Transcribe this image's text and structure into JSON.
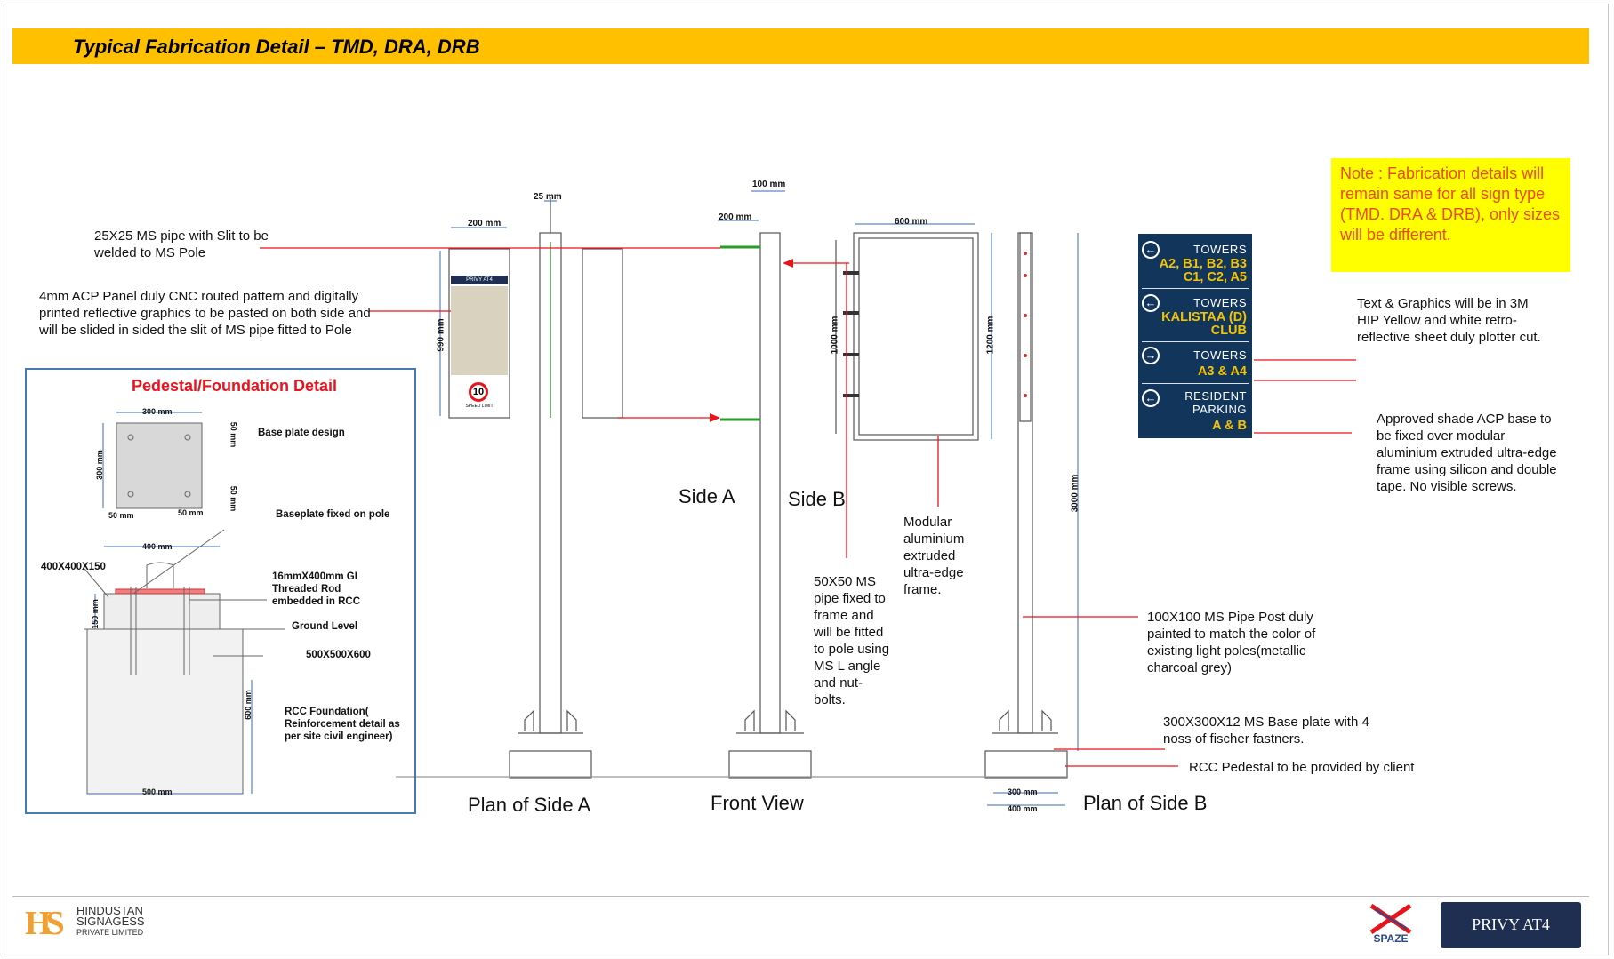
{
  "header": {
    "title": "Typical Fabrication Detail – TMD, DRA, DRB"
  },
  "note": {
    "text": "Note : Fabrication details will remain same for all sign type (TMD. DRA & DRB), only sizes will be different."
  },
  "callouts": {
    "ms_pipe_slit": "25X25 MS pipe with Slit to be welded to MS Pole",
    "acp_panel": "4mm ACP Panel duly CNC routed pattern and digitally printed reflective graphics to be pasted on both side and will be slided in sided the slit of MS pipe fitted to Pole",
    "text_graphics": "Text & Graphics will be in 3M HIP Yellow and white retro-reflective sheet duly plotter cut.",
    "acp_base": "Approved shade ACP base to be fixed over modular aluminium extruded ultra-edge frame using silicon and double tape. No visible screws.",
    "modular_frame": "Modular aluminium extruded ultra-edge frame.",
    "ms_pipe_frame": "50X50 MS pipe fixed to frame and will be fitted to pole using MS L angle and nut-bolts.",
    "pipe_post": "100X100 MS Pipe Post duly painted to match the color of existing light poles(metallic charcoal grey)",
    "base_plate": "300X300X12 MS Base plate with 4 noss of fischer fastners.",
    "rcc_pedestal": "RCC Pedestal to be provided by client"
  },
  "views": {
    "side_a": "Side A",
    "side_b": "Side B",
    "plan_side_a": "Plan of Side A",
    "front_view": "Front View",
    "plan_side_b": "Plan of Side B"
  },
  "dimensions": {
    "d25": "25 mm",
    "d100_top": "100 mm",
    "d200_a": "200 mm",
    "d200_b": "200 mm",
    "d600": "600 mm",
    "d990": "990 mm",
    "d1000": "1000 mm",
    "d1200": "1200 mm",
    "d3000": "3000 mm",
    "d300_base": "300 mm",
    "d400_base": "400 mm"
  },
  "panel": {
    "speed": "10",
    "speed_label": "SPEED LIMIT",
    "brand": "PRIVY AT4"
  },
  "foundation": {
    "title": "Pedestal/Foundation Detail",
    "base_plate_design": "Base plate design",
    "d300_top": "300 mm",
    "d300_side": "300 mm",
    "d50_a": "50 mm",
    "d50_b": "50 mm",
    "d50_c": "50 mm",
    "d50_d": "50 mm",
    "baseplate_fixed": "Baseplate fixed on pole",
    "d400": "400 mm",
    "size_400": "400X400X150",
    "d150": "150 mm",
    "rod": "16mmX400mm GI Threaded Rod embedded in RCC",
    "ground": "Ground Level",
    "size_500": "500X500X600",
    "rcc": "RCC Foundation( Reinforcement detail as per site civil engineer)",
    "d600": "600 mm",
    "d500": "500 mm"
  },
  "sign": {
    "rows": [
      {
        "arrow": "left",
        "sub": "TOWERS",
        "dest": "A2, B1, B2, B3 C1, C2, A5"
      },
      {
        "arrow": "left",
        "sub": "TOWERS",
        "dest": "KALISTAA (D) CLUB"
      },
      {
        "arrow": "right",
        "sub": "TOWERS",
        "dest": "A3 & A4"
      },
      {
        "arrow": "left",
        "sub": "RESIDENT PARKING",
        "dest": "A & B"
      }
    ]
  },
  "footer": {
    "company_line1": "HINDUSTAN",
    "company_line2": "SIGNAGESS",
    "company_line3": "PRIVATE LIMITED",
    "spaze": "SPAZE",
    "privy": "PRIVY AT4"
  },
  "colors": {
    "accent": "#ffc000",
    "leader": "#e8141c",
    "sign_bg": "#12355c",
    "sign_text": "#f4c300",
    "note_bg": "#ffff00"
  }
}
